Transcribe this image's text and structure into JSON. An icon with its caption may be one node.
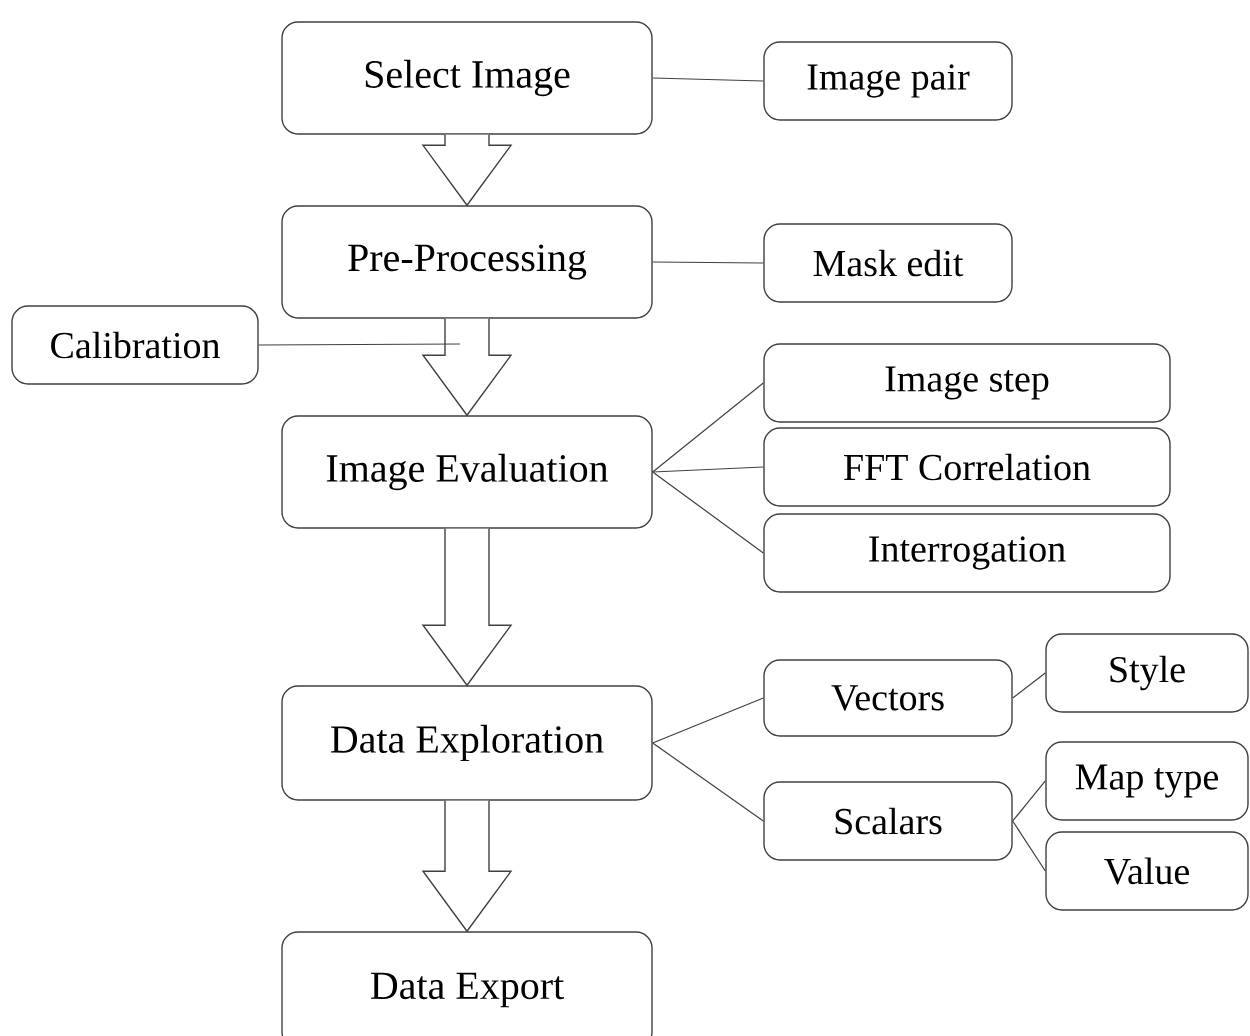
{
  "diagram": {
    "nodes": [
      {
        "text": [
          "Select Image"
        ]
      },
      {
        "text": [
          "Image pair"
        ]
      },
      {
        "text": [
          "Pre-Processing"
        ]
      },
      {
        "text": [
          "Mask edit"
        ]
      },
      {
        "text": [
          "Calibration"
        ]
      },
      {
        "text": [
          "Image Evaluation"
        ]
      },
      {
        "text": [
          "Image step"
        ]
      },
      {
        "text": [
          "FFT Correlation"
        ]
      },
      {
        "text": [
          "Interrogation"
        ]
      },
      {
        "text": [
          "Data Exploration"
        ]
      },
      {
        "text": [
          "Vectors"
        ]
      },
      {
        "text": [
          "Style"
        ]
      },
      {
        "text": [
          "Scalars"
        ]
      },
      {
        "text": [
          "Map type"
        ]
      },
      {
        "text": [
          "Value"
        ]
      },
      {
        "text": [
          "Data Export"
        ]
      }
    ],
    "edges": [
      {
        "from": 0,
        "to": 2,
        "arrow": "to",
        "style": "thick"
      },
      {
        "from": 2,
        "to": 5,
        "arrow": "to",
        "style": "thick"
      },
      {
        "from": 5,
        "to": 9,
        "arrow": "to",
        "style": "thick"
      },
      {
        "from": 9,
        "to": 15,
        "arrow": "to",
        "style": "thick"
      },
      {
        "from": 0,
        "to": 1,
        "arrow": "none"
      },
      {
        "from": 2,
        "to": 3,
        "arrow": "none"
      },
      {
        "from": 4,
        "to": null,
        "arrow": "none"
      },
      {
        "from": 5,
        "to": 6,
        "arrow": "none"
      },
      {
        "from": 5,
        "to": 7,
        "arrow": "none"
      },
      {
        "from": 5,
        "to": 8,
        "arrow": "none"
      },
      {
        "from": 9,
        "to": 10,
        "arrow": "none"
      },
      {
        "from": 9,
        "to": 12,
        "arrow": "none"
      },
      {
        "from": 10,
        "to": 11,
        "arrow": "none"
      },
      {
        "from": 12,
        "to": 13,
        "arrow": "none"
      },
      {
        "from": 12,
        "to": 14,
        "arrow": "none"
      }
    ]
  }
}
